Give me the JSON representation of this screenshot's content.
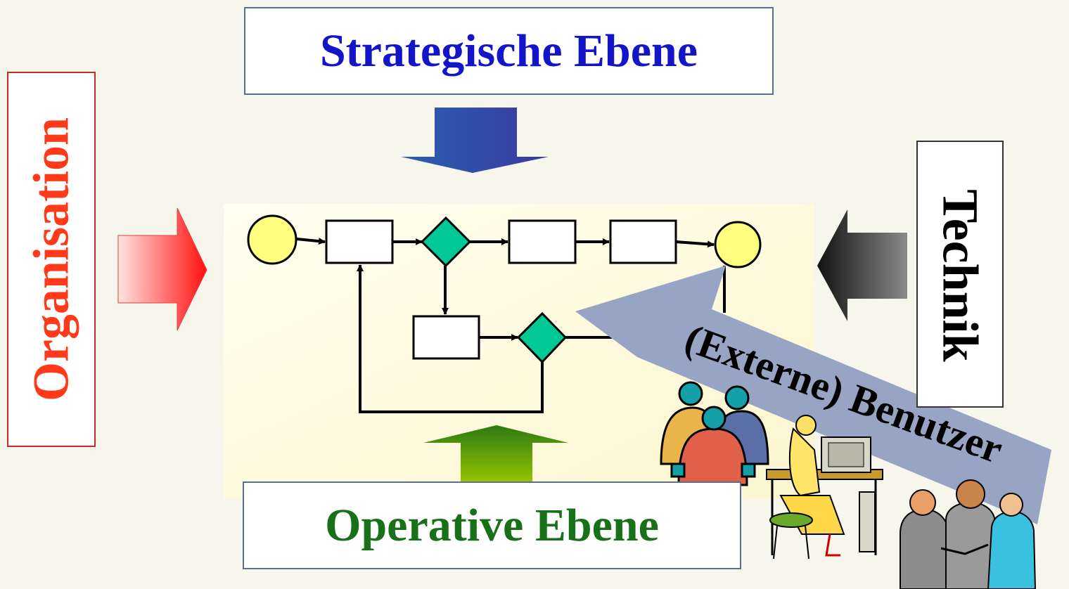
{
  "labels": {
    "strategic": "Strategische Ebene",
    "operative": "Operative Ebene",
    "organisation": "Organisation",
    "technik": "Technik",
    "users": "(Externe) Benutzer"
  },
  "colors": {
    "strategic_text": "#1414c8",
    "operative_text": "#187018",
    "organisation_text": "#ff3a1a",
    "technik_text": "#000000",
    "event_circle": "#ffff80",
    "decision_diamond": "#00c896",
    "task_box": "#ffffff",
    "users_arrow": "#97a4c4"
  },
  "icons": [
    "team-icon",
    "woman-at-computer-icon",
    "handshake-people-icon"
  ]
}
